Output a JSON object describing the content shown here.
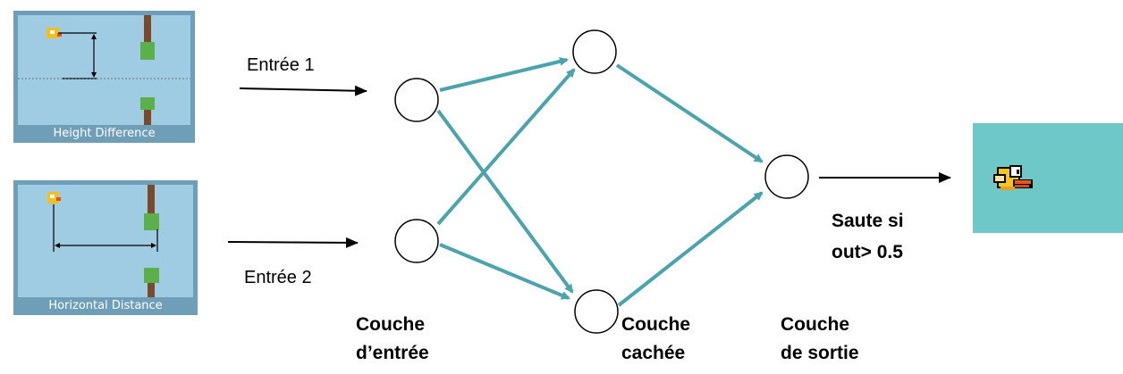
{
  "panels": {
    "height_caption": "Height Difference",
    "horizontal_caption": "Horizontal Distance"
  },
  "inputs": {
    "input1": "Entrée 1",
    "input2": "Entrée 2"
  },
  "output": {
    "rule_line1": "Saute si",
    "rule_line2": "out> 0.5"
  },
  "layers": {
    "input": [
      "Couche",
      "d’entrée"
    ],
    "hidden": [
      "Couche",
      "cachée"
    ],
    "output": [
      "Couche",
      "de sortie"
    ]
  },
  "colors": {
    "connection": "#4ba3ac",
    "panel_frame": "#6f9fb8",
    "sky": "#9fcbe3",
    "bird_background": "#6fc8c8"
  }
}
